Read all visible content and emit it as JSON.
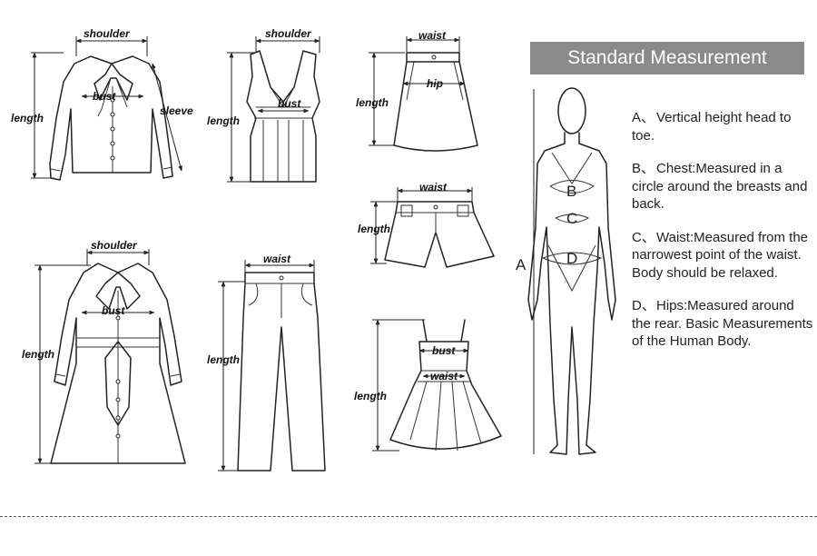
{
  "header": {
    "title": "Standard Measurement"
  },
  "garments": {
    "blouse": {
      "shoulder": "shoulder",
      "bust": "bust",
      "sleeve": "sleeve",
      "length": "length"
    },
    "vest": {
      "shoulder": "shoulder",
      "bust": "bust",
      "length": "length"
    },
    "skirt": {
      "waist": "waist",
      "hip": "hip",
      "length": "length"
    },
    "shorts": {
      "waist": "waist",
      "length": "length"
    },
    "coat": {
      "shoulder": "shoulder",
      "bust": "bust",
      "length": "length"
    },
    "pants": {
      "waist": "waist",
      "length": "length"
    },
    "dress": {
      "bust": "bust",
      "waist": "waist",
      "length": "length"
    }
  },
  "figure": {
    "a": "A",
    "b": "B",
    "c": "C",
    "d": "D"
  },
  "definitions": [
    {
      "key": "A、",
      "text": "Vertical height head to toe."
    },
    {
      "key": "B、",
      "text": "Chest:Measured in a circle around the breasts and back."
    },
    {
      "key": "C、",
      "text": "Waist:Measured from the narrowest point of the waist. Body should be relaxed."
    },
    {
      "key": "D、",
      "text": "Hips:Measured around the rear. Basic Measurements of the Human Body."
    }
  ]
}
